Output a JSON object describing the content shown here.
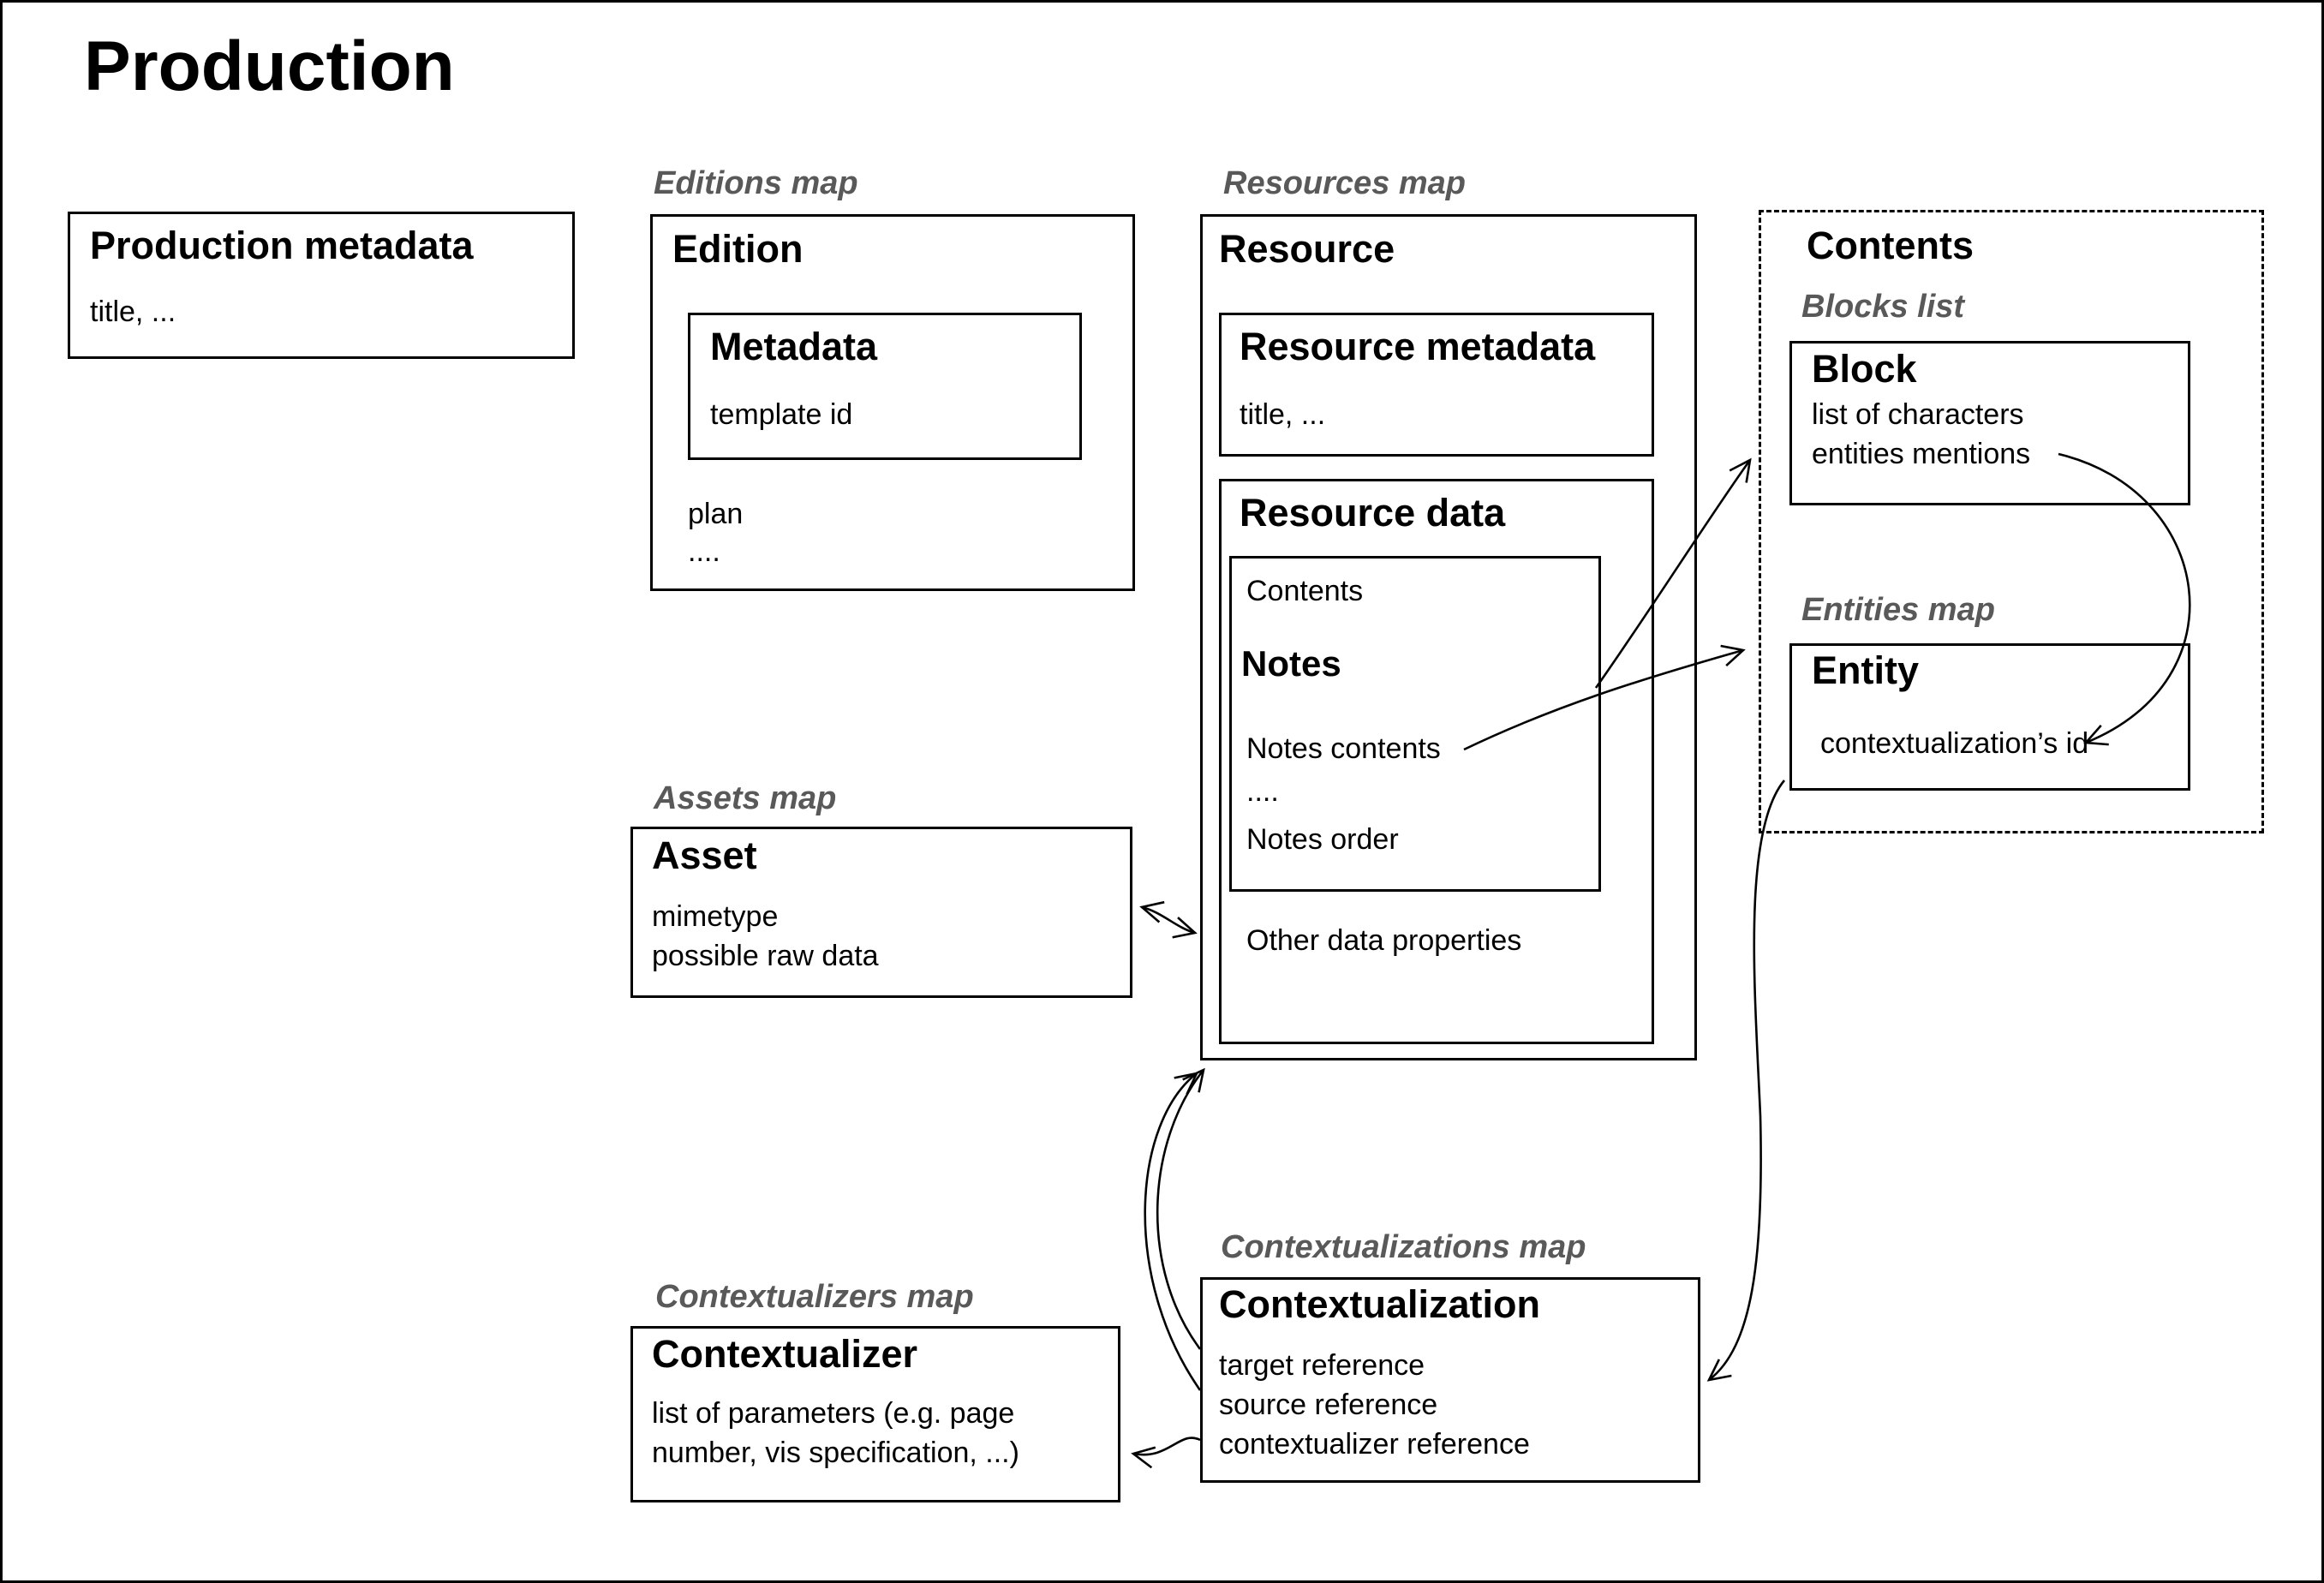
{
  "page": {
    "title": "Production"
  },
  "colors": {
    "label_gray": "#595959",
    "line": "#000000",
    "background": "#ffffff"
  },
  "production_metadata": {
    "title": "Production metadata",
    "body": "title, ..."
  },
  "editions": {
    "map_label": "Editions map",
    "title": "Edition",
    "metadata": {
      "title": "Metadata",
      "body": "template id"
    },
    "props": [
      "plan",
      "...."
    ]
  },
  "resources": {
    "map_label": "Resources map",
    "title": "Resource",
    "metadata": {
      "title": "Resource metadata",
      "body": "title, ..."
    },
    "data": {
      "title": "Resource data",
      "contents_label": "Contents",
      "notes_title": "Notes",
      "notes_lines": [
        "Notes contents",
        "....",
        "Notes order"
      ],
      "other": "Other data properties"
    }
  },
  "contents_group": {
    "title": "Contents",
    "blocks_label": "Blocks list",
    "block": {
      "title": "Block",
      "lines": [
        "list of characters",
        "entities mentions"
      ]
    },
    "entities_label": "Entities map",
    "entity": {
      "title": "Entity",
      "body": "contextualization’s id"
    }
  },
  "assets": {
    "map_label": "Assets map",
    "title": "Asset",
    "lines": [
      "mimetype",
      "possible raw data"
    ]
  },
  "contextualizers": {
    "map_label": "Contextualizers map",
    "title": "Contextualizer",
    "lines": [
      "list of parameters (e.g. page",
      "number, vis specification, ...)"
    ]
  },
  "contextualizations": {
    "map_label": "Contextualizations map",
    "title": "Contextualization",
    "lines": [
      "target reference",
      "source reference",
      "contextualizer reference"
    ]
  }
}
